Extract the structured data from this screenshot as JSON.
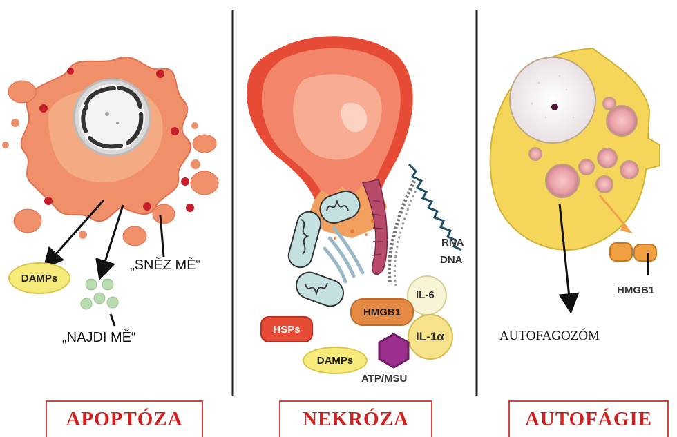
{
  "apoptosis": {
    "damps_label": "DAMPs",
    "find_me_label": "„NAJDI MĚ“",
    "eat_me_label": "„SNĚZ MĚ“",
    "title": "APOPTÓZA"
  },
  "necrosis": {
    "rna_label": "RNA",
    "dna_label": "DNA",
    "il6_label": "IL-6",
    "hmgb1_label": "HMGB1",
    "il1a_label": "IL-1α",
    "hsps_label": "HSPs",
    "damps_label": "DAMPs",
    "atp_label": "ATP/MSU",
    "title": "NEKRÓZA"
  },
  "autophagy": {
    "hmgb1_label": "HMGB1",
    "autophagosome_label": "AUTOFAGOZÓM",
    "title": "AUTOFÁGIE"
  },
  "colors": {
    "cell_orange": "#f0906a",
    "title_red": "#d02020",
    "divider": "#222222",
    "autophagy_yellow": "#f5d65a"
  }
}
